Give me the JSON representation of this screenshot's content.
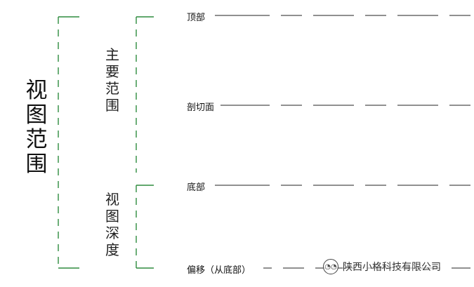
{
  "labels": {
    "view_range": "视\n图\n范\n围",
    "primary_range": "主\n要\n范\n围",
    "view_depth": "视\n图\n深\n度",
    "top": "顶部",
    "cut_plane": "剖切面",
    "bottom": "底部",
    "offset": "偏移（从底部）"
  },
  "watermark": {
    "text": "陕西小格科技有限公司",
    "icon": "wechat-icon"
  },
  "colors": {
    "bracket": "#2e8b3e",
    "line": "#222222",
    "text": "#111111"
  }
}
